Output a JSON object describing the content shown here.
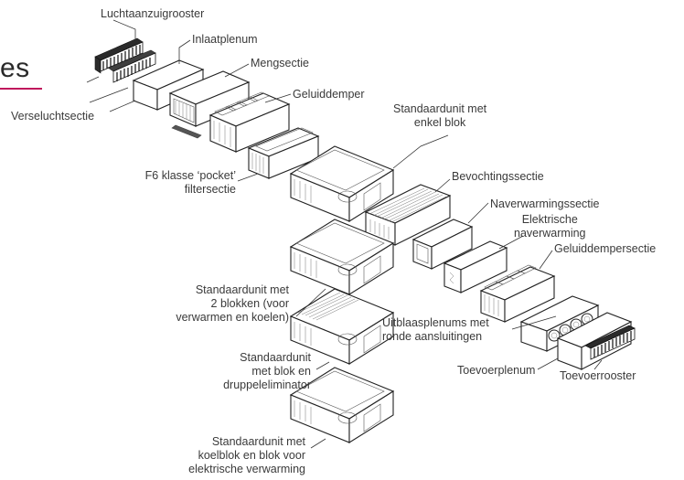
{
  "colors": {
    "accent": "#c0185c",
    "line": "#222222"
  },
  "heading_fragment": "es",
  "labels": {
    "luchtaanzuigrooster": "Luchtaanzuigrooster",
    "inlaatplenum": "Inlaatplenum",
    "mengsectie": "Mengsectie",
    "geluiddemper": "Geluiddemper",
    "verseluchtsectie": "Verseluchtsectie",
    "standaardunit_enkel": "Standaardunit met\nenkel blok",
    "f6_filtersectie": "F6 klasse ‘pocket’\nfiltersectie",
    "bevochtigingssectie": "Bevochtingssectie",
    "naverwarmingssectie": "Naverwarmingssectie",
    "elektrische_naverwarming": "Elektrische\nnaverwarming",
    "geluiddempersectie": "Geluiddempersectie",
    "standaardunit_2blokken": "Standaardunit met\n2 blokken (voor\nverwarmen en koelen)",
    "uitblaasplenums": "Uitblaasplenums met\nronde aansluitingen",
    "standaardunit_druppel": "Standaardunit\nmet blok en\ndruppeleliminator",
    "toevoerplenum": "Toevoerplenum",
    "toevoerrooster": "Toevoerrooster",
    "standaardunit_koelblok": "Standaardunit met\nkoelblok en blok voor\nelektrische verwarming"
  }
}
